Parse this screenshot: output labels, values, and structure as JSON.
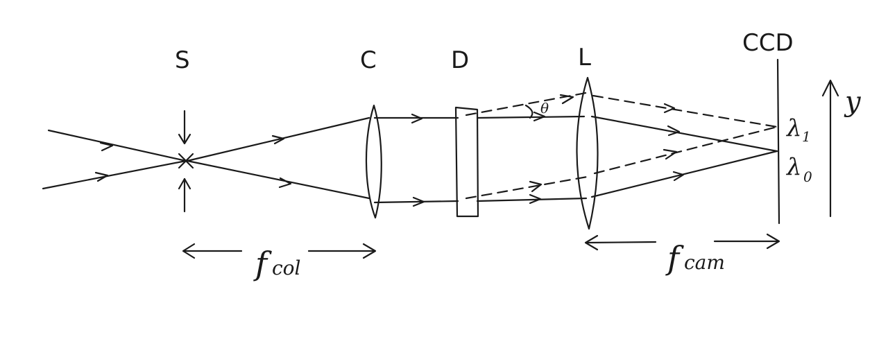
{
  "labels": {
    "source": "S",
    "collimator": "C",
    "disperser": "D",
    "camera_lens": "L",
    "detector": "CCD",
    "angle": "θ",
    "lambda1_sym": "λ",
    "lambda1_sub": "1",
    "lambda0_sym": "λ",
    "lambda0_sub": "0",
    "axis": "y",
    "f_col_main": "f",
    "f_col_sub": "col",
    "f_cam_main": "f",
    "f_cam_sub": "cam"
  },
  "colors": {
    "ink": "#1a1a1a",
    "background": "#ffffff"
  }
}
